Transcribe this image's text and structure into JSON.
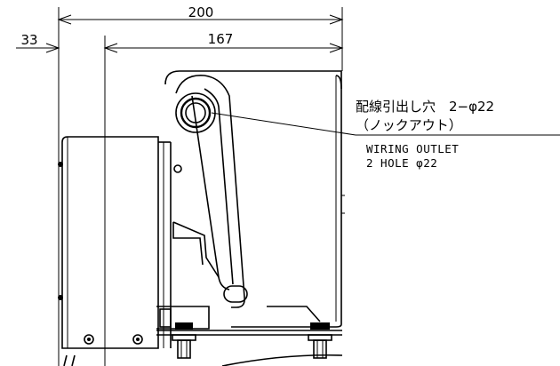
{
  "dimensions": {
    "overall_width": "200",
    "inner_width": "167",
    "offset": "33"
  },
  "callout": {
    "jp_line1": "配線引出し穴　2−φ22",
    "jp_line2": "（ノックアウト）",
    "en_line1": "WIRING OUTLET",
    "en_line2": "2 HOLE φ22"
  },
  "colors": {
    "line": "#000000",
    "background": "#ffffff"
  }
}
